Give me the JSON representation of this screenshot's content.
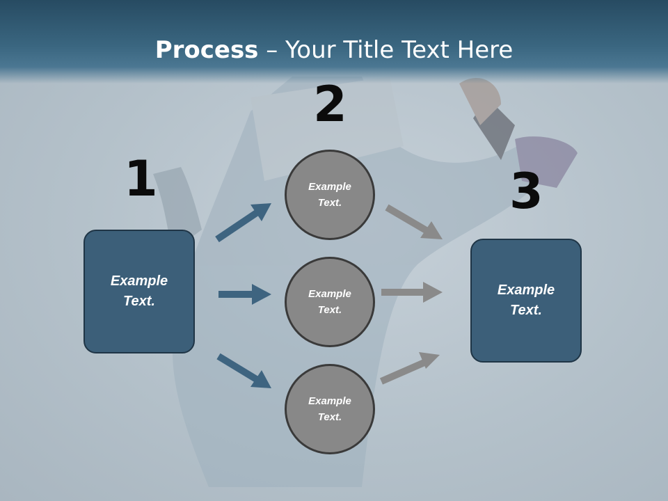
{
  "title": {
    "bold": "Process",
    "rest": " – Your Title Text Here"
  },
  "steps": [
    {
      "number": "1",
      "boxes": [
        "Example Text."
      ]
    },
    {
      "number": "2",
      "circles": [
        "Example Text.",
        "Example Text.",
        "Example Text."
      ]
    },
    {
      "number": "3",
      "boxes": [
        "Example Text."
      ]
    }
  ],
  "colors": {
    "box": "#3c5f79",
    "blue_arrow": "#3e6480",
    "gray_arrow": "#8a8a8a",
    "circle": "#888888"
  }
}
